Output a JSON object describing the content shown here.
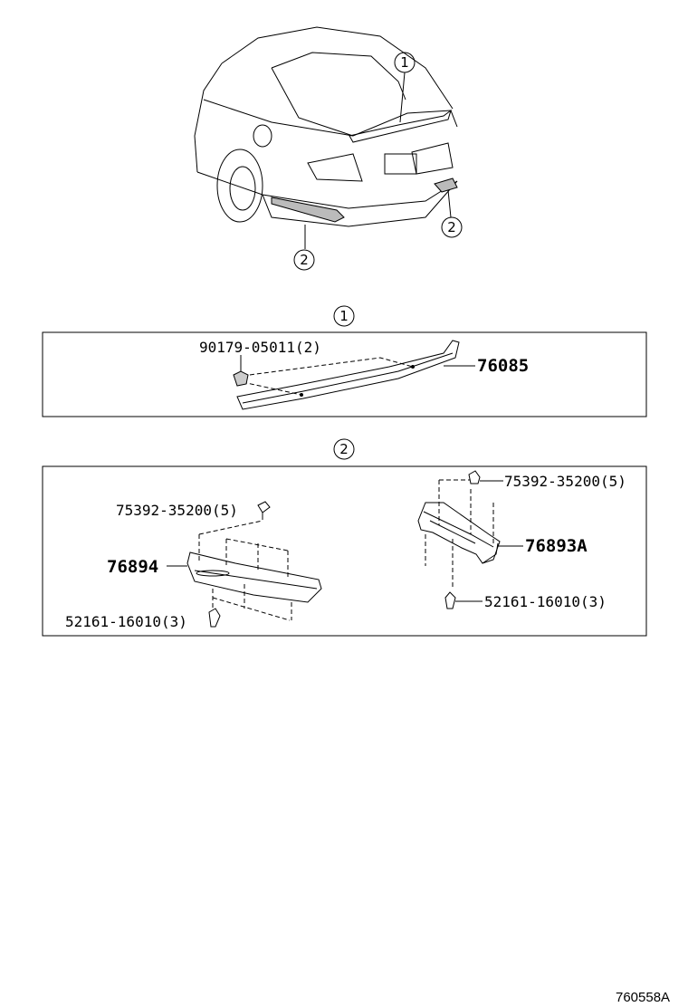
{
  "callouts": {
    "one": "1",
    "two": "2"
  },
  "section_1": {
    "marker": "1",
    "parts": {
      "clip": "90179-05011(2)",
      "spoiler": "76085"
    }
  },
  "section_2": {
    "marker": "2",
    "left": {
      "clip_top": "75392-35200(5)",
      "part": "76894",
      "clip_bottom": "52161-16010(3)"
    },
    "right": {
      "clip_top": "75392-35200(5)",
      "part": "76893A",
      "clip_bottom": "52161-16010(3)"
    }
  },
  "figure_code": "760558A"
}
